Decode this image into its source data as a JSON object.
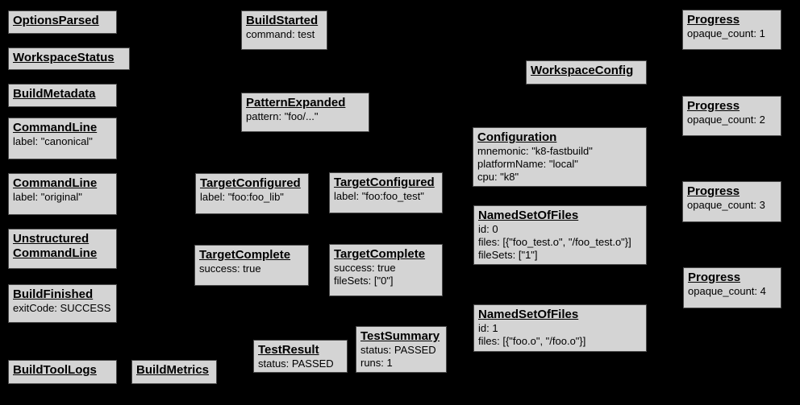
{
  "colors": {
    "background": "#000000",
    "box_fill": "#d4d4d4",
    "box_border": "#4a4a4a",
    "text": "#000000"
  },
  "boxes": [
    {
      "title": "OptionsParsed",
      "attrs": []
    },
    {
      "title": "WorkspaceStatus",
      "attrs": []
    },
    {
      "title": "BuildMetadata",
      "attrs": []
    },
    {
      "title": "CommandLine",
      "attrs": [
        "label: \"canonical\""
      ]
    },
    {
      "title": "CommandLine",
      "attrs": [
        "label: \"original\""
      ]
    },
    {
      "title": "Unstructured CommandLine",
      "attrs": []
    },
    {
      "title": "BuildFinished",
      "attrs": [
        "exitCode: SUCCESS"
      ]
    },
    {
      "title": "BuildToolLogs",
      "attrs": []
    },
    {
      "title": "BuildMetrics",
      "attrs": []
    },
    {
      "title": "BuildStarted",
      "attrs": [
        "command: test"
      ]
    },
    {
      "title": "PatternExpanded",
      "attrs": [
        "pattern: \"foo/...\""
      ]
    },
    {
      "title": "TargetConfigured",
      "attrs": [
        "label: \"foo:foo_lib\""
      ]
    },
    {
      "title": "TargetConfigured",
      "attrs": [
        "label: \"foo:foo_test\""
      ]
    },
    {
      "title": "TargetComplete",
      "attrs": [
        "success: true"
      ]
    },
    {
      "title": "TargetComplete",
      "attrs": [
        "success: true",
        "fileSets: [\"0\"]"
      ]
    },
    {
      "title": "TestResult",
      "attrs": [
        "status: PASSED"
      ]
    },
    {
      "title": "TestSummary",
      "attrs": [
        "status: PASSED",
        "runs: 1"
      ]
    },
    {
      "title": "WorkspaceConfig",
      "attrs": []
    },
    {
      "title": "Configuration",
      "attrs": [
        "mnemonic: \"k8-fastbuild\"",
        "platformName: \"local\"",
        "cpu: \"k8\""
      ]
    },
    {
      "title": "NamedSetOfFiles",
      "attrs": [
        "id: 0",
        "files: [{\"foo_test.o\", \"/foo_test.o\"}]",
        "fileSets: [\"1\"]"
      ]
    },
    {
      "title": "NamedSetOfFiles",
      "attrs": [
        "id: 1",
        "files: [{\"foo.o\", \"/foo.o\"}]"
      ]
    },
    {
      "title": "Progress",
      "attrs": [
        "opaque_count: 1"
      ]
    },
    {
      "title": "Progress",
      "attrs": [
        "opaque_count: 2"
      ]
    },
    {
      "title": "Progress",
      "attrs": [
        "opaque_count: 3"
      ]
    },
    {
      "title": "Progress",
      "attrs": [
        "opaque_count: 4"
      ]
    }
  ]
}
